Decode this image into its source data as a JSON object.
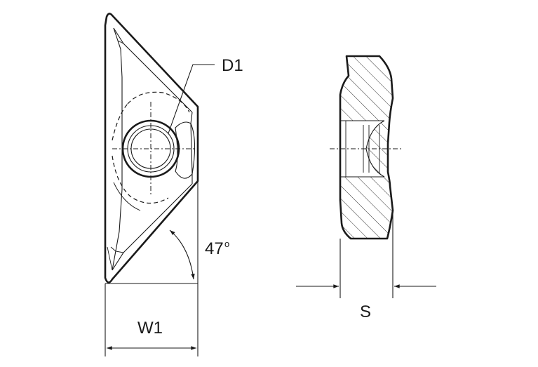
{
  "labels": {
    "hole_diameter": "D1",
    "angle": "47",
    "angle_unit": "o",
    "width": "W1",
    "thickness": "S"
  }
}
